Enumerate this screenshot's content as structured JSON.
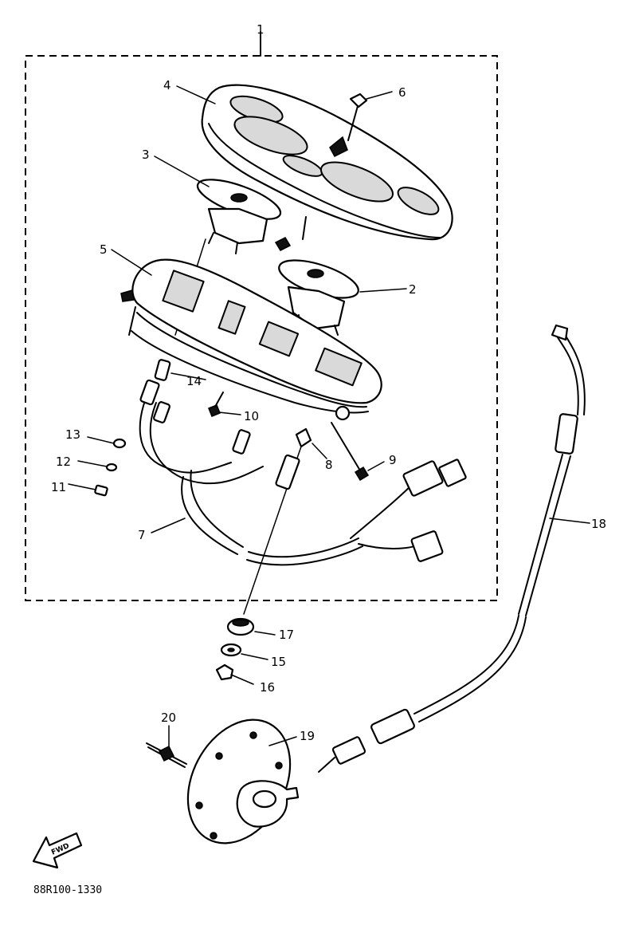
{
  "assembly_ref": "1",
  "drawing_code": "88R100-1330",
  "forward_marker": "FWD",
  "callouts": {
    "c2": "2",
    "c3": "3",
    "c4": "4",
    "c5": "5",
    "c6": "6",
    "c7": "7",
    "c8": "8",
    "c9": "9",
    "c10": "10",
    "c11": "11",
    "c12": "12",
    "c13": "13",
    "c14": "14",
    "c15": "15",
    "c16": "16",
    "c17": "17",
    "c18": "18",
    "c19": "19",
    "c20": "20"
  }
}
